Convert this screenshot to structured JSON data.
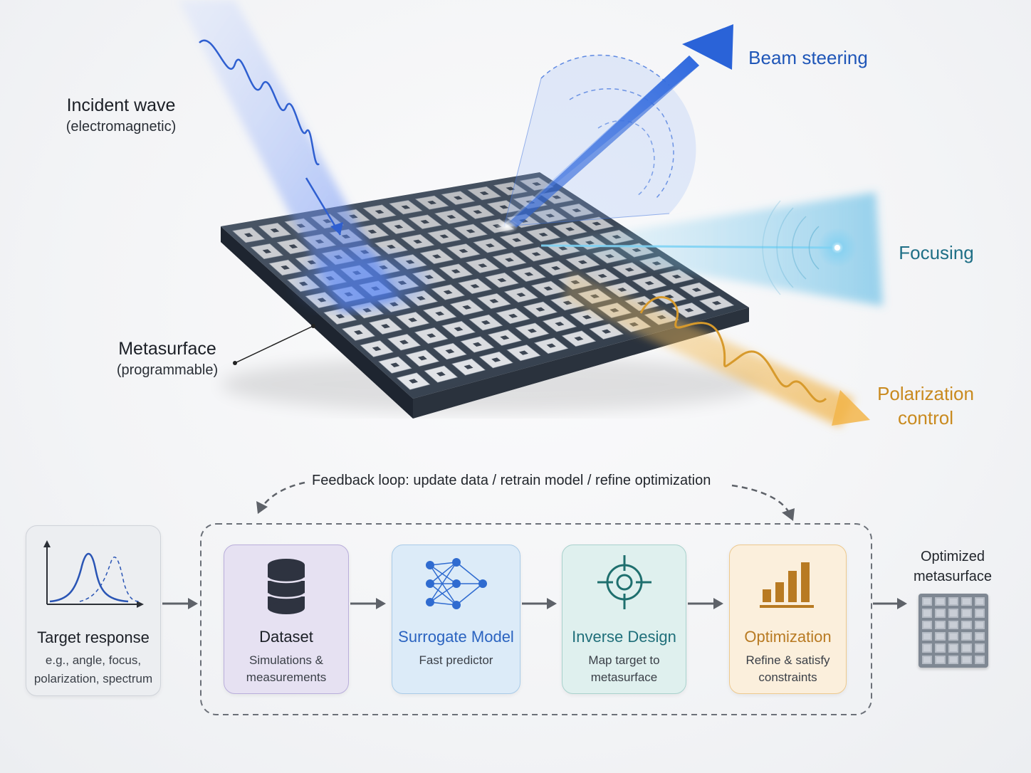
{
  "scene": {
    "incident": {
      "title": "Incident wave",
      "subtitle": "(electromagnetic)"
    },
    "metasurface": {
      "title": "Metasurface",
      "subtitle": "(programmable)"
    },
    "beam": "Beam steering",
    "focusing": "Focusing",
    "polarization": {
      "line1": "Polarization",
      "line2": "control"
    }
  },
  "pipeline": {
    "feedback": "Feedback loop: update data / retrain model / refine optimization",
    "target": {
      "title": "Target response",
      "desc": "e.g., angle, focus,\npolarization, spectrum"
    },
    "dataset": {
      "title": "Dataset",
      "desc": "Simulations &\nmeasurements"
    },
    "surrogate": {
      "title": "Surrogate Model",
      "desc": "Fast predictor"
    },
    "inverse": {
      "title": "Inverse Design",
      "desc": "Map target to\nmetasurface"
    },
    "optimization": {
      "title": "Optimization",
      "desc": "Refine & satisfy\nconstraints"
    },
    "output": {
      "line1": "Optimized",
      "line2": "metasurface"
    }
  },
  "colors": {
    "beam": "#1f56b8",
    "focus": "#1f6f86",
    "polar": "#c98a1f",
    "dataset_bg": "#e6e1f2",
    "surrogate_bg": "#dcebf8",
    "inverse_bg": "#dff0ee",
    "opt_bg": "#fbefdc"
  }
}
